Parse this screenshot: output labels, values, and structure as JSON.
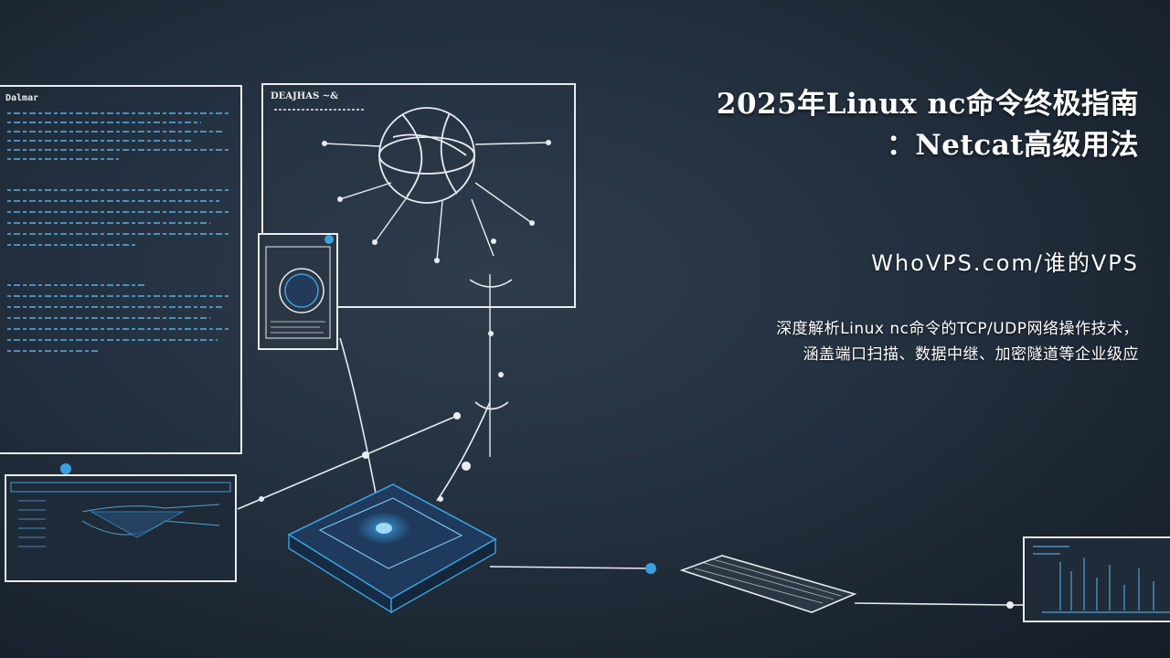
{
  "banner": {
    "title_line1": "2025年Linux nc命令终极指南",
    "title_line2": "：Netcat高级用法",
    "site": "WhoVPS.com/谁的VPS",
    "desc_line1": "深度解析Linux nc命令的TCP/UDP网络操作技术，",
    "desc_line2": "涵盖端口扫描、数据中继、加密隧道等企业级应"
  },
  "illustration": {
    "panel_left_heading": "Dalmar",
    "panel_center_heading": "DEAJHAS ~&",
    "colors": {
      "background": "#1f2a36",
      "line": "#e8ecef",
      "accent": "#3aa0e0",
      "text": "#ffffff"
    }
  }
}
